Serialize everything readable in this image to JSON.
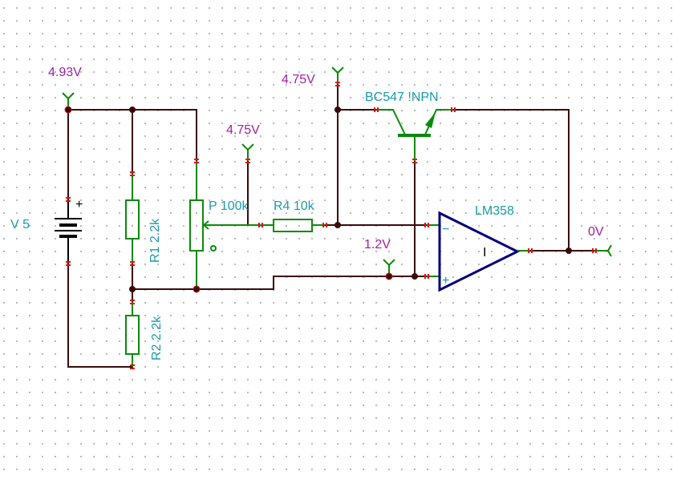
{
  "colors": {
    "wire": "#3a0a0a",
    "component": "#0a8a0a",
    "opamp": "#00007a",
    "label": "#1a9aaa",
    "voltage_probe": "#a020a0",
    "pin_marker": "#e01010",
    "grid_dot": "#b8b8b8"
  },
  "components": {
    "battery": {
      "label": "V 5",
      "plus_sign": "+"
    },
    "r1": {
      "label": "R1 2.2k"
    },
    "r2": {
      "label": "R2 2.2k"
    },
    "pot": {
      "label": "P 100k",
      "wiper_marker": "o"
    },
    "r4": {
      "label": "R4 10k"
    },
    "transistor": {
      "label": "BC547 !NPN"
    },
    "opamp": {
      "label": "LM358",
      "minus": "−",
      "plus": "+",
      "center_mark": "I"
    }
  },
  "probes": [
    {
      "id": "probe-supply",
      "value": "4.93V"
    },
    {
      "id": "probe-pot-wiper",
      "value": "4.75V"
    },
    {
      "id": "probe-collector",
      "value": "4.75V"
    },
    {
      "id": "probe-noninv",
      "value": "1.2V"
    },
    {
      "id": "probe-output",
      "value": "0V"
    }
  ]
}
